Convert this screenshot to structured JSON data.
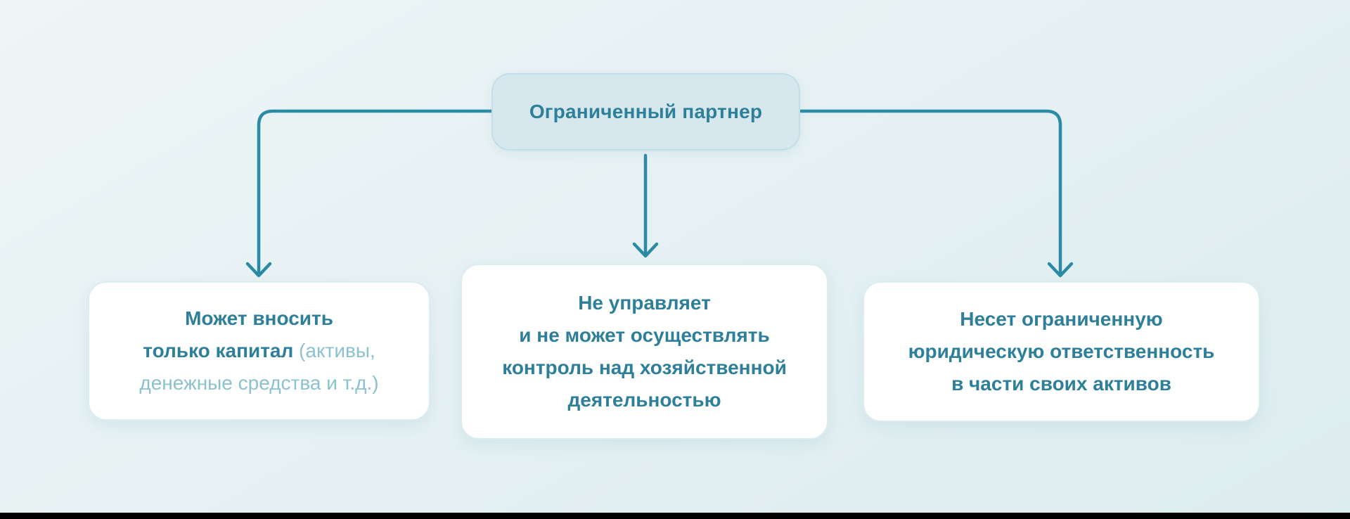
{
  "colors": {
    "background_top": "#eef5f6",
    "background_bottom": "#ddecef",
    "node_root_fill": "#d6e8ed",
    "node_root_border": "#c2dee6",
    "node_child_fill": "#ffffff",
    "node_child_border": "#dcecf0",
    "text_primary": "#2e7f99",
    "text_secondary": "#8cc1cf",
    "connector": "#2b8aa4",
    "bottom_bar": "#000000"
  },
  "diagram": {
    "root": {
      "label": "Ограниченный партнер"
    },
    "children": [
      {
        "id": "capital-only",
        "lines": [
          {
            "primary": "Может вносить"
          },
          {
            "primary": "только капитал",
            "secondary": " (активы,"
          },
          {
            "secondary": "денежные средства и т.д.)"
          }
        ]
      },
      {
        "id": "no-management",
        "lines": [
          {
            "primary": "Не управляет"
          },
          {
            "primary": "и не может осуществлять"
          },
          {
            "primary": "контроль над хозяйственной"
          },
          {
            "primary": "деятельностью"
          }
        ]
      },
      {
        "id": "limited-liability",
        "lines": [
          {
            "primary": "Несет ограниченную"
          },
          {
            "primary": "юридическую ответственность"
          },
          {
            "primary": "в части своих активов"
          }
        ]
      }
    ]
  }
}
